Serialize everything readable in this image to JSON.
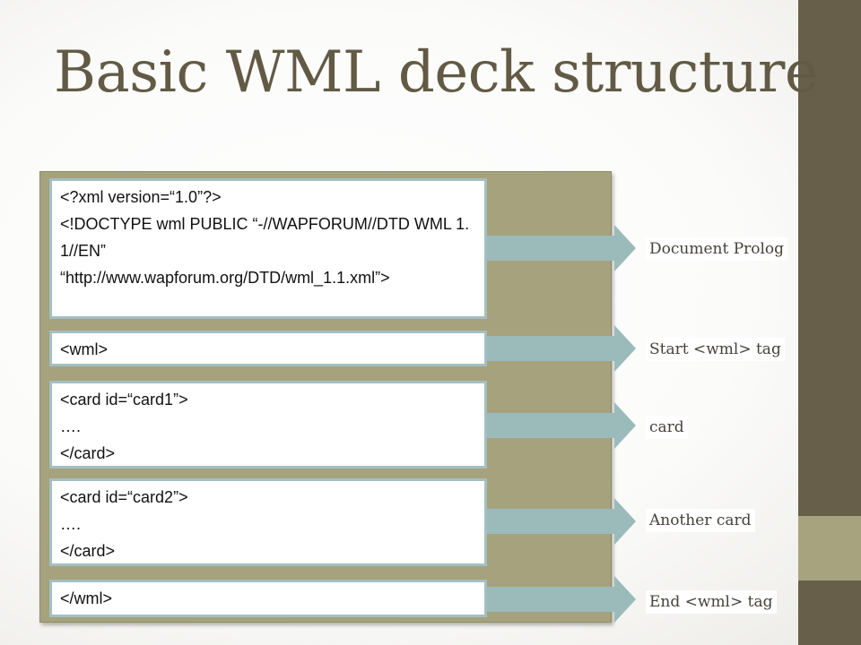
{
  "title": "Basic WML deck structure",
  "code_boxes": [
    {
      "id": "prolog",
      "text": "<?xml version=“1.0”?>\n<!DOCTYPE wml PUBLIC “-//WAPFORUM//DTD WML 1.1//EN”\n“http://www.wapforum.org/DTD/wml_1.1.xml”>"
    },
    {
      "id": "wml-open",
      "text": "<wml>"
    },
    {
      "id": "card1",
      "text": "<card id=“card1”>\n….\n</card>"
    },
    {
      "id": "card2",
      "text": "<card id=“card2”>\n….\n</card>"
    },
    {
      "id": "wml-close",
      "text": "</wml>"
    }
  ],
  "callouts": [
    "Document Prolog",
    "Start <wml> tag",
    "card",
    "Another card",
    "End <wml> tag"
  ],
  "colors": {
    "title": "#625a44",
    "panel": "#a6a27d",
    "box_border": "#a4bfc1",
    "arrow": "#9bbbbb",
    "right_band": "#675f4a",
    "right_accent": "#a7a37f"
  }
}
